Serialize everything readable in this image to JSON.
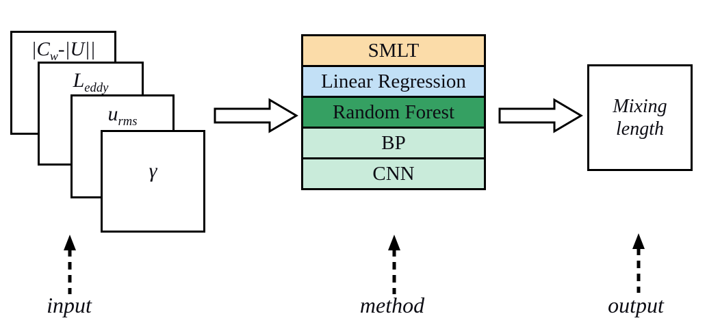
{
  "input": {
    "caption": "input",
    "cards": [
      {
        "name": "abs-cw-minus-abs-u",
        "html": "|<i>C</i><sub><i>w</i></sub>-|<i>U</i>||"
      },
      {
        "name": "l-eddy",
        "html": "<i>L</i><sub><i>eddy</i></sub>"
      },
      {
        "name": "u-rms",
        "html": "<i>u</i><sub><i>rms</i></sub>"
      },
      {
        "name": "gamma",
        "html": "<i>&#947;</i>"
      }
    ]
  },
  "method": {
    "caption": "method",
    "items": [
      {
        "label": "SMLT",
        "color": "#FBDCA9"
      },
      {
        "label": "Linear Regression",
        "color": "#C2E0F6"
      },
      {
        "label": "Random Forest",
        "color": "#35A062"
      },
      {
        "label": "BP",
        "color": "#C9EBDA"
      },
      {
        "label": "CNN",
        "color": "#C9EBDA"
      }
    ]
  },
  "output": {
    "caption": "output",
    "lines": [
      "Mixing",
      "length"
    ]
  },
  "colors": {
    "border": "#000000",
    "text": "#0d0d14",
    "background": "#ffffff"
  }
}
